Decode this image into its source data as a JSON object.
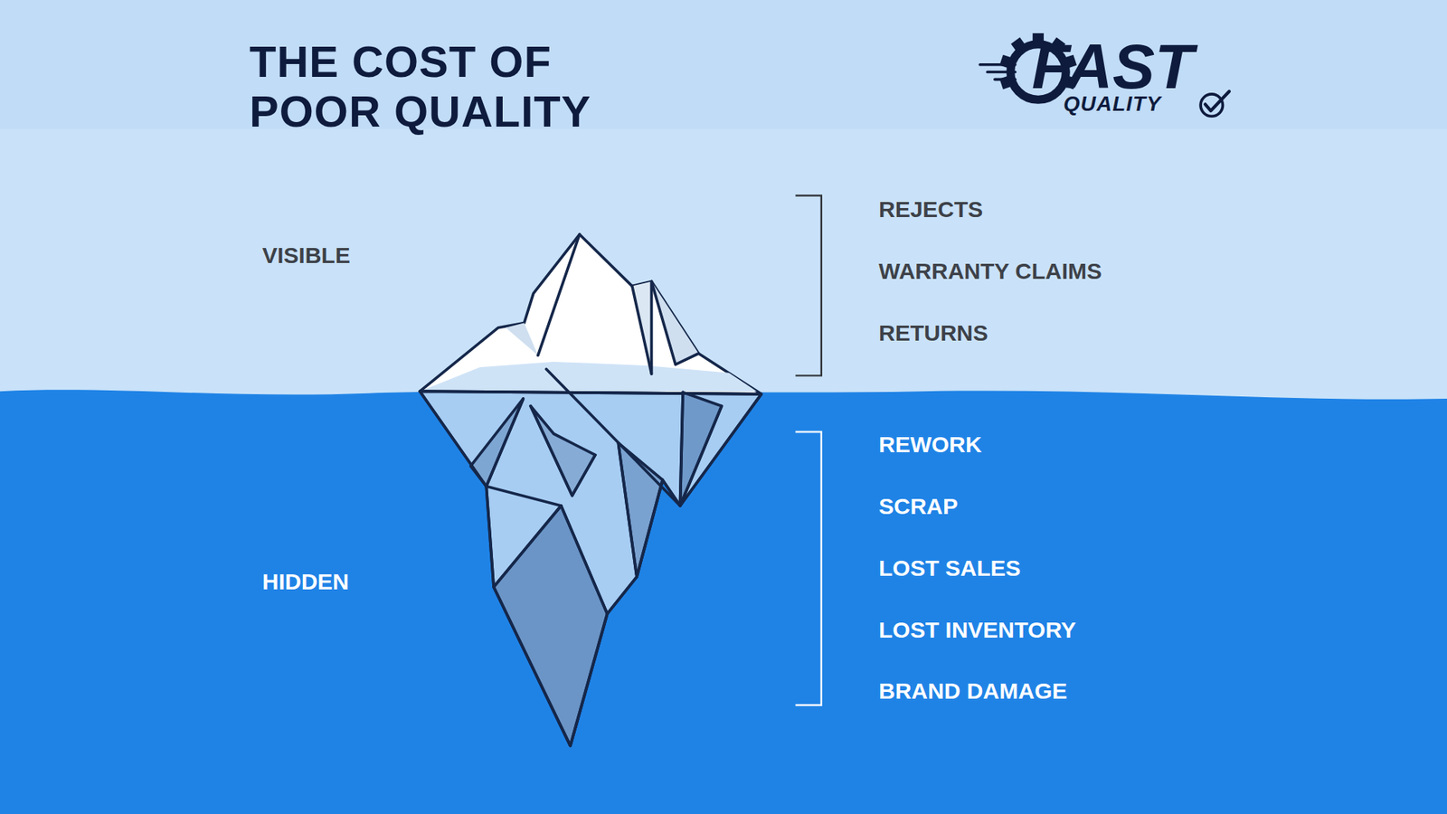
{
  "diagram": {
    "title": "THE COST OF POOR QUALITY",
    "labels": [
      "FAST",
      "QUALITY",
      "VISIBLE",
      "REJECTS",
      "WARRANTY CLAIMS",
      "RETURNS",
      "HIDDEN",
      "REWORK",
      "SCRAP",
      "LOST SALES",
      "LOST INVENTORY",
      "BRAND DAMAGE"
    ]
  }
}
